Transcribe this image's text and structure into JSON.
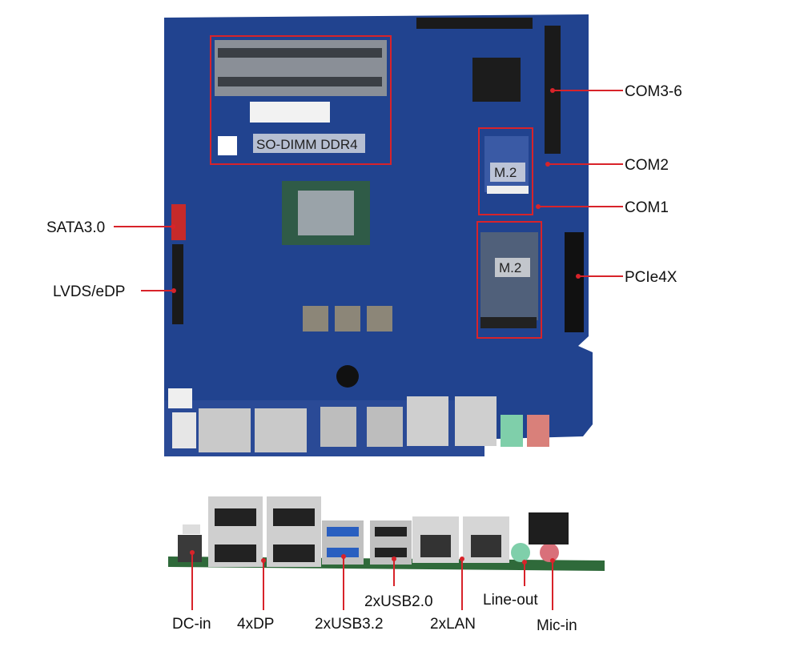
{
  "colors": {
    "board": "#21438f",
    "callout": "#d8232a",
    "pcb_green": "#2f6a3a"
  },
  "top_view": {
    "inline_labels": {
      "sodimm": "SO-DIMM DDR4",
      "m2_a": "M.2",
      "m2_b": "M.2"
    },
    "left_callouts": {
      "sata": "SATA3.0",
      "lvds": "LVDS/eDP"
    },
    "right_callouts": {
      "com36": "COM3-6",
      "com2": "COM2",
      "com1": "COM1",
      "pcie": "PCIe4X"
    }
  },
  "io_view": {
    "callouts": {
      "dc_in": "DC-in",
      "dp": "4xDP",
      "usb32": "2xUSB3.2",
      "usb20": "2xUSB2.0",
      "lan": "2xLAN",
      "line_out": "Line-out",
      "mic_in": "Mic-in"
    }
  }
}
